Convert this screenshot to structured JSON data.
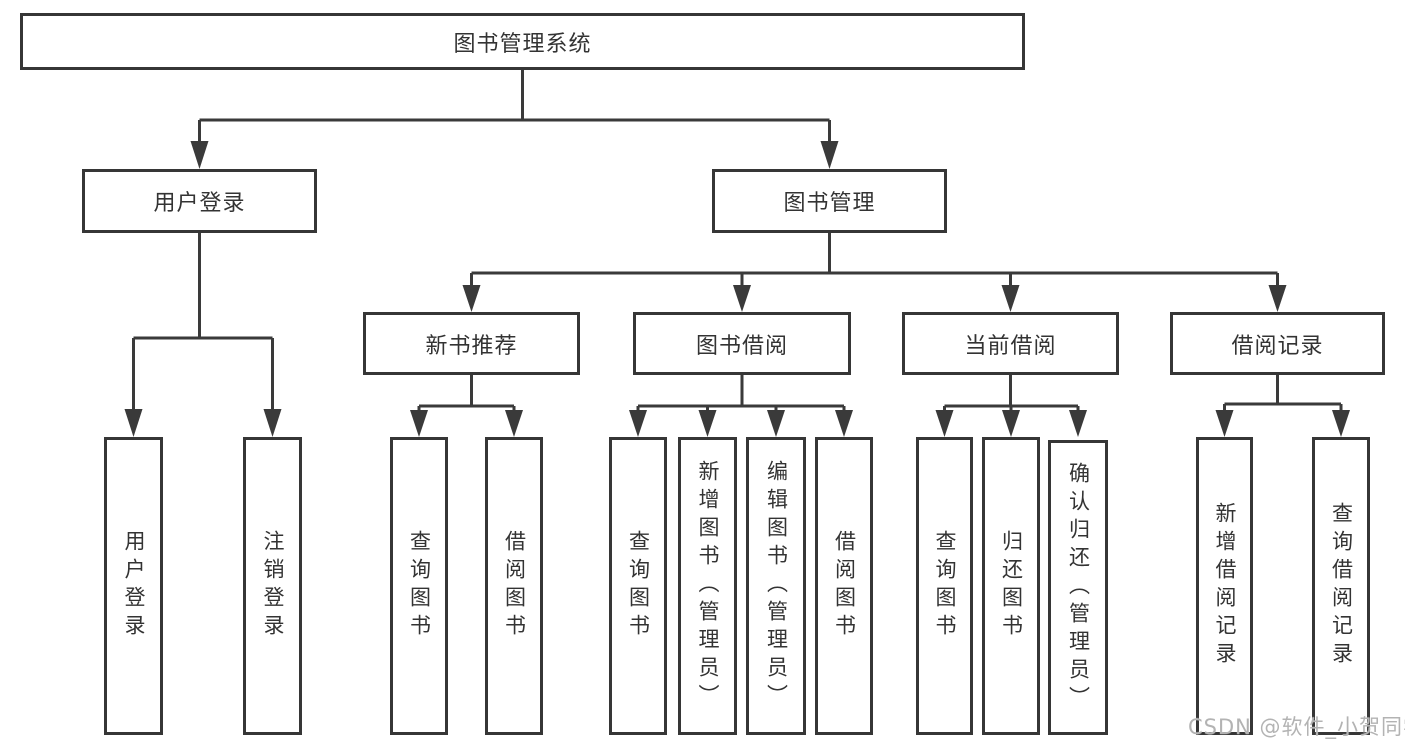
{
  "colors": {
    "line": "#3a3a3a",
    "border": "#363636",
    "text": "#333333",
    "watermark_text": "#b3b3b3",
    "background": "#ffffff"
  },
  "watermark": {
    "text": "CSDN @软件_小贺同学"
  },
  "tree": {
    "label": "图书管理系统",
    "children": [
      {
        "label": "用户登录",
        "children": [
          {
            "label": "用户登录"
          },
          {
            "label": "注销登录"
          }
        ]
      },
      {
        "label": "图书管理",
        "children": [
          {
            "label": "新书推荐",
            "children": [
              {
                "label": "查询图书"
              },
              {
                "label": "借阅图书"
              }
            ]
          },
          {
            "label": "图书借阅",
            "children": [
              {
                "label": "查询图书"
              },
              {
                "label": "新增图书（管理员）"
              },
              {
                "label": "编辑图书（管理员）"
              },
              {
                "label": "借阅图书"
              }
            ]
          },
          {
            "label": "当前借阅",
            "children": [
              {
                "label": "查询图书"
              },
              {
                "label": "归还图书"
              },
              {
                "label": "确认归还（管理员）"
              }
            ]
          },
          {
            "label": "借阅记录",
            "children": [
              {
                "label": "新增借阅记录"
              },
              {
                "label": "查询借阅记录"
              }
            ]
          }
        ]
      }
    ]
  }
}
